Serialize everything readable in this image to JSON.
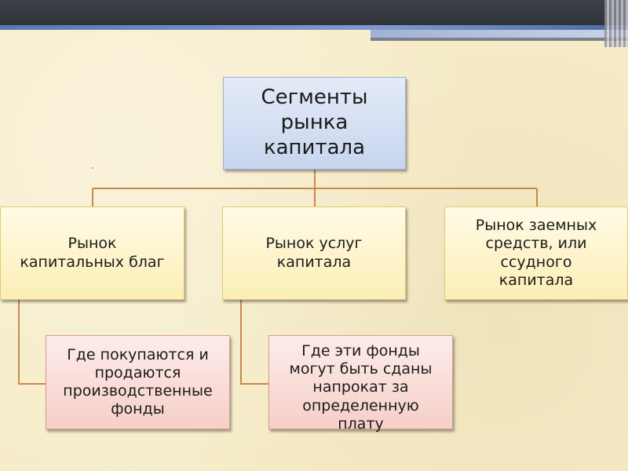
{
  "diagram": {
    "root": {
      "label": "Сегменты\nрынка\nкапитала"
    },
    "segments": [
      {
        "label": "Рынок\nкапитальных благ"
      },
      {
        "label": "Рынок услуг\nкапитала"
      },
      {
        "label": "Рынок заемных\nсредств, или\nссудного\nкапитала"
      }
    ],
    "details": [
      {
        "label": "Где покупаются и\nпродаются\nпроизводственные\nфонды"
      },
      {
        "label": "Где эти фонды\nмогут быть сданы\nнапрокат за\nопределенную\nплату"
      }
    ]
  },
  "colors": {
    "background": "#f6ecc8",
    "root_fill": "#d6e0f3",
    "segment_fill": "#fdf3c8",
    "detail_fill": "#f9dcd6",
    "connector": "#c9884a"
  }
}
